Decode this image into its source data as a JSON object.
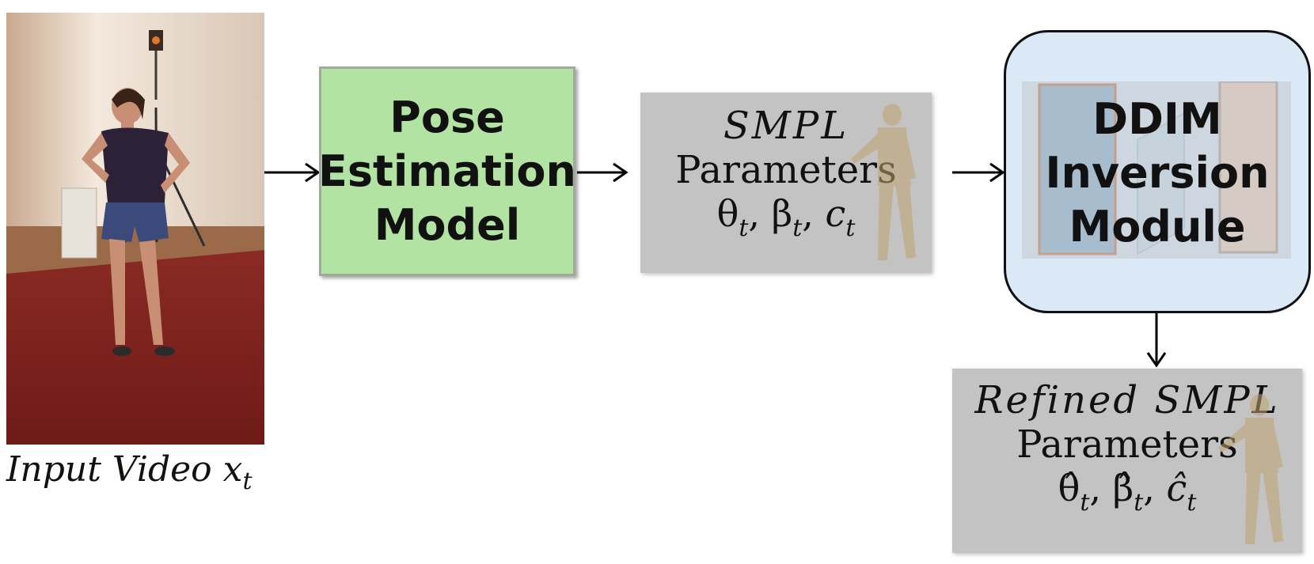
{
  "video": {
    "caption_text": "Input Video ",
    "caption_var": "x",
    "caption_sub": "t"
  },
  "pose_model": {
    "label": "Pose\nEstimation\nModel",
    "color": "#b3e3a2"
  },
  "smpl_params": {
    "line1": "SMPL",
    "line2": "Parameters",
    "theta": "θ",
    "beta": "β",
    "c": "c",
    "sub": "t",
    "sep": ", "
  },
  "ddim": {
    "label": "DDIM\nInversion\nModule",
    "color": "#dbe8f5"
  },
  "refined_params": {
    "line1": "Refined SMPL",
    "line2": "Parameters",
    "theta": "θ̂",
    "beta": "β̂",
    "c": "ĉ",
    "sub": "t",
    "sep": ", "
  }
}
